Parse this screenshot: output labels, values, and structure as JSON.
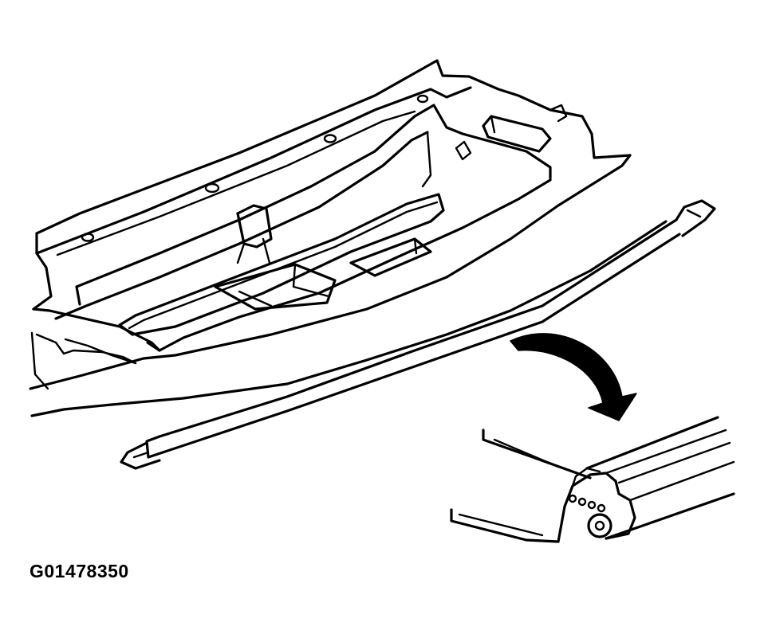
{
  "figure": {
    "id_label": "G01478350",
    "line_color": "#000000",
    "background_color": "#ffffff",
    "parts": {
      "main_view": "trunk-floor-panel",
      "removed_part": "cargo-strap",
      "callout_arrow": "curved-arrow",
      "detail_view": "strap-end-retainer-detail"
    }
  }
}
